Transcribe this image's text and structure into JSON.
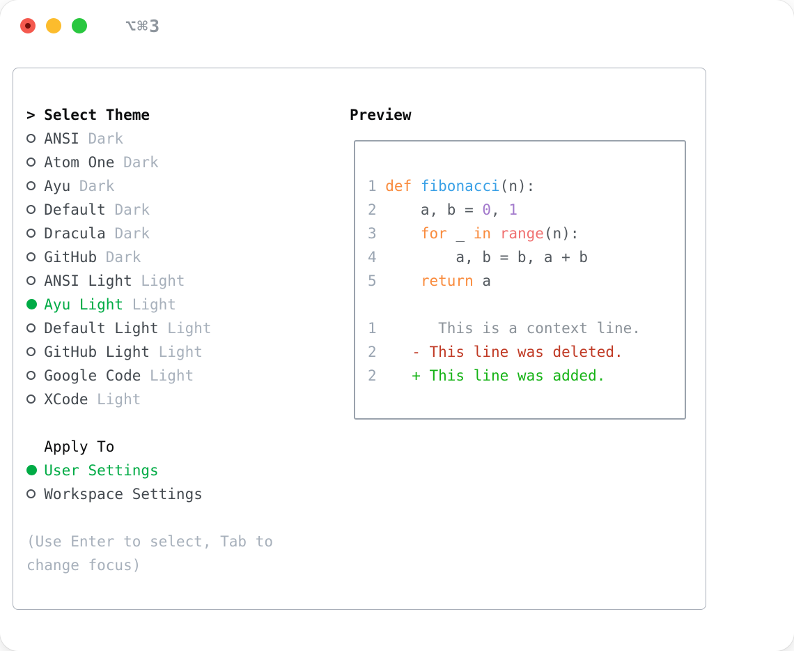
{
  "colors": {
    "accent-green": "#00ab45",
    "added-green": "#16b316",
    "deleted-red": "#c03a25",
    "kw": "#f98b3d",
    "fn": "#39a0e6",
    "num": "#a37acc",
    "call": "#f07171",
    "plain": "#53595f",
    "lineno": "#9aa5b2",
    "context": "#8b9299",
    "muted": "#a7b0bb",
    "item": "#42484e",
    "ring": "#4b5158",
    "border-panel": "#a9afb9",
    "border-box": "#9aa2ac",
    "title-gray": "#8e959d"
  },
  "window": {
    "title": "⌥⌘3",
    "traffic_lights": [
      "close",
      "minimize",
      "zoom"
    ]
  },
  "theme_list": {
    "prompt": ">",
    "header": "Select Theme",
    "items": [
      {
        "name": "ANSI",
        "tag": "Dark",
        "selected": false
      },
      {
        "name": "Atom One",
        "tag": "Dark",
        "selected": false
      },
      {
        "name": "Ayu",
        "tag": "Dark",
        "selected": false
      },
      {
        "name": "Default",
        "tag": "Dark",
        "selected": false
      },
      {
        "name": "Dracula",
        "tag": "Dark",
        "selected": false
      },
      {
        "name": "GitHub",
        "tag": "Dark",
        "selected": false
      },
      {
        "name": "ANSI Light",
        "tag": "Light",
        "selected": false
      },
      {
        "name": "Ayu Light",
        "tag": "Light",
        "selected": true
      },
      {
        "name": "Default Light",
        "tag": "Light",
        "selected": false
      },
      {
        "name": "GitHub Light",
        "tag": "Light",
        "selected": false
      },
      {
        "name": "Google Code",
        "tag": "Light",
        "selected": false
      },
      {
        "name": "XCode",
        "tag": "Light",
        "selected": false
      }
    ]
  },
  "apply_to": {
    "header": "Apply To",
    "options": [
      {
        "label": "User Settings",
        "selected": true
      },
      {
        "label": "Workspace Settings",
        "selected": false
      }
    ]
  },
  "hint_lines": [
    "(Use Enter to select, Tab to",
    "change focus)"
  ],
  "preview": {
    "header": "Preview",
    "code": [
      {
        "n": "1",
        "tokens": [
          [
            "kw",
            "def"
          ],
          [
            "plain",
            " "
          ],
          [
            "fn",
            "fibonacci"
          ],
          [
            "plain",
            "(n):"
          ]
        ]
      },
      {
        "n": "2",
        "tokens": [
          [
            "plain",
            "    a, b = "
          ],
          [
            "num",
            "0"
          ],
          [
            "plain",
            ", "
          ],
          [
            "num",
            "1"
          ]
        ]
      },
      {
        "n": "3",
        "tokens": [
          [
            "plain",
            "    "
          ],
          [
            "kw",
            "for"
          ],
          [
            "plain",
            " _ "
          ],
          [
            "kw",
            "in"
          ],
          [
            "plain",
            " "
          ],
          [
            "call",
            "range"
          ],
          [
            "plain",
            "(n):"
          ]
        ]
      },
      {
        "n": "4",
        "tokens": [
          [
            "plain",
            "        a, b = b, a + b"
          ]
        ]
      },
      {
        "n": "5",
        "tokens": [
          [
            "plain",
            "    "
          ],
          [
            "kw",
            "return"
          ],
          [
            "plain",
            " a"
          ]
        ]
      }
    ],
    "diff": [
      {
        "n": "1",
        "type": "context",
        "text": "      This is a context line."
      },
      {
        "n": "2",
        "type": "deleted",
        "text": "   - This line was deleted."
      },
      {
        "n": "2",
        "type": "added",
        "text": "   + This line was added."
      }
    ]
  }
}
